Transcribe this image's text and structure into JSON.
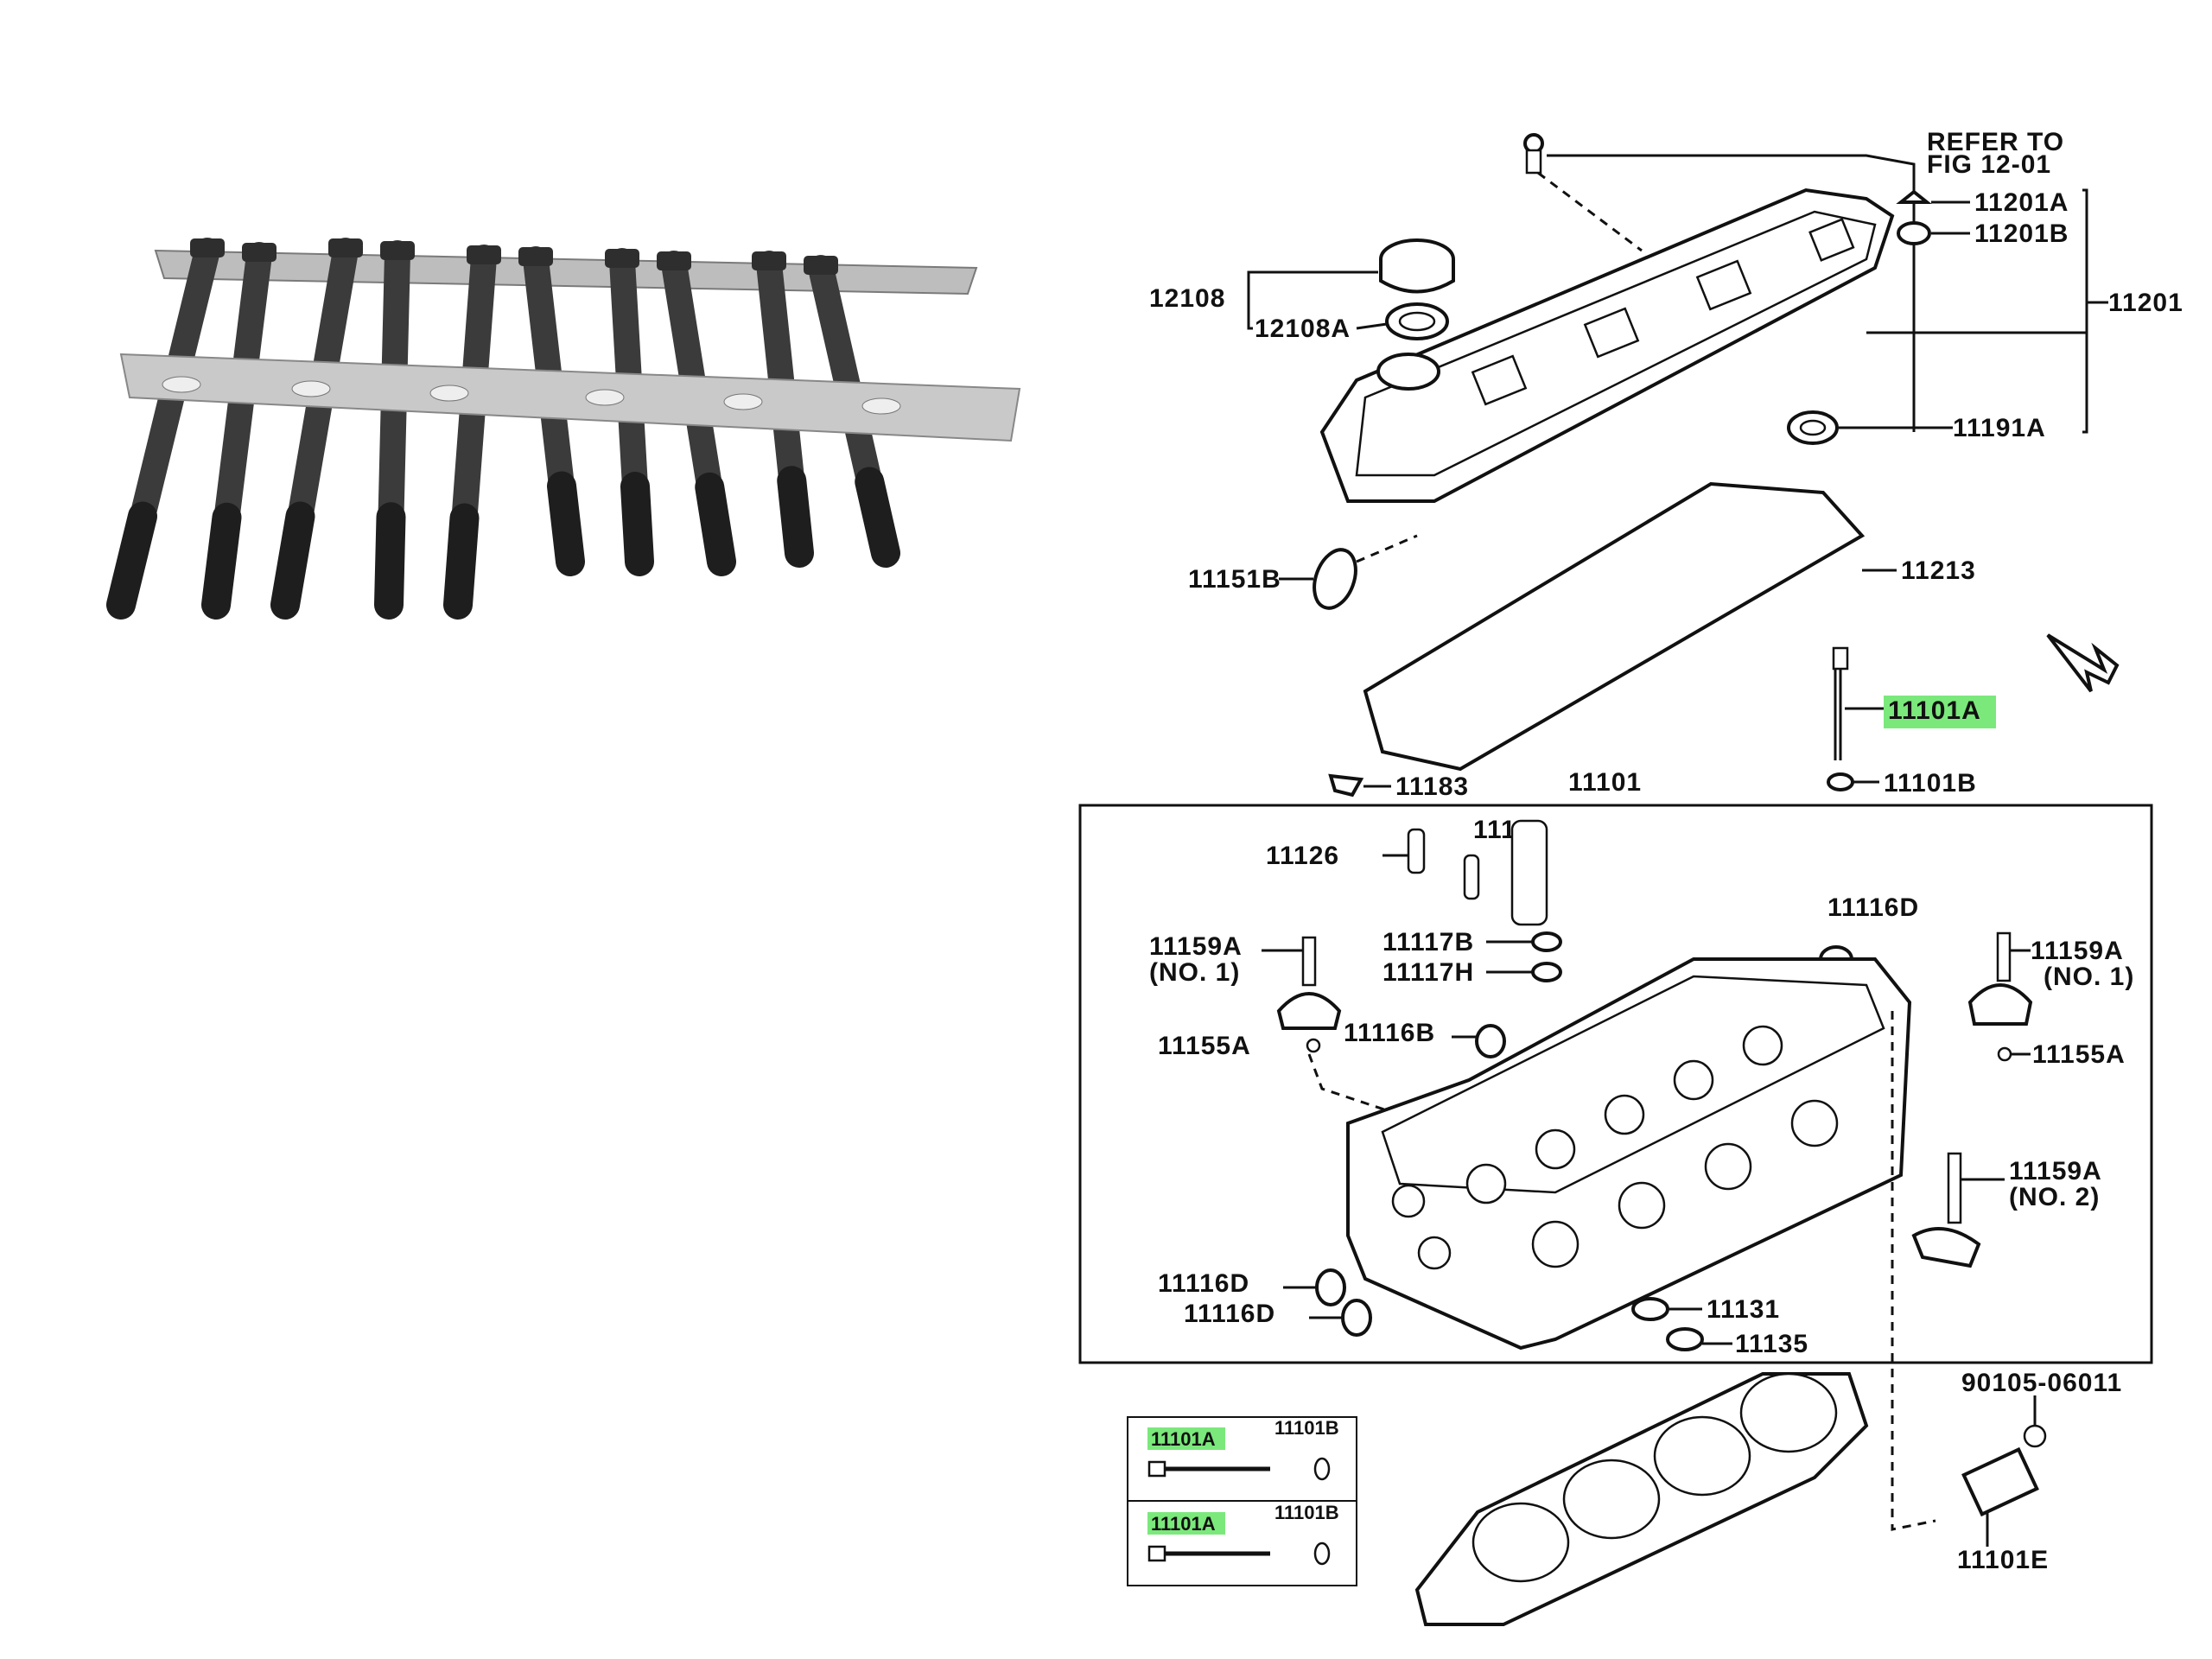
{
  "diagram": {
    "refer_line1": "REFER TO",
    "refer_line2": "FIG 12-01",
    "labels": {
      "p11201A": "11201A",
      "p11201B": "11201B",
      "p11201": "11201",
      "p12108": "12108",
      "p12108A": "12108A",
      "p11191A": "11191A",
      "p11151B": "11151B",
      "p11213": "11213",
      "p11101A": "11101A",
      "p11101B": "11101B",
      "p11183": "11183",
      "p11101": "11101",
      "p11126": "11126",
      "p11122": "11122",
      "p11116D_top": "11116D",
      "p11159A_left": "11159A",
      "p11159A_left_no": "(NO. 1)",
      "p11117B": "11117B",
      "p11117H": "11117H",
      "p11159A_right": "11159A",
      "p11159A_right_no": "(NO. 1)",
      "p11155A_left": "11155A",
      "p11116B": "11116B",
      "p11155A_right": "11155A",
      "p11159A_no2": "11159A",
      "p11159A_no2_no": "(NO. 2)",
      "p11116D_a": "11116D",
      "p11116D_b": "11116D",
      "p11131": "11131",
      "p11135": "11135",
      "p90105": "90105-06011",
      "p11101E": "11101E"
    },
    "inset": {
      "row1_bolt": "11101A",
      "row1_washer": "11101B",
      "row2_bolt": "11101A",
      "row2_washer": "11101B"
    },
    "highlight_color": "#7be87b"
  }
}
